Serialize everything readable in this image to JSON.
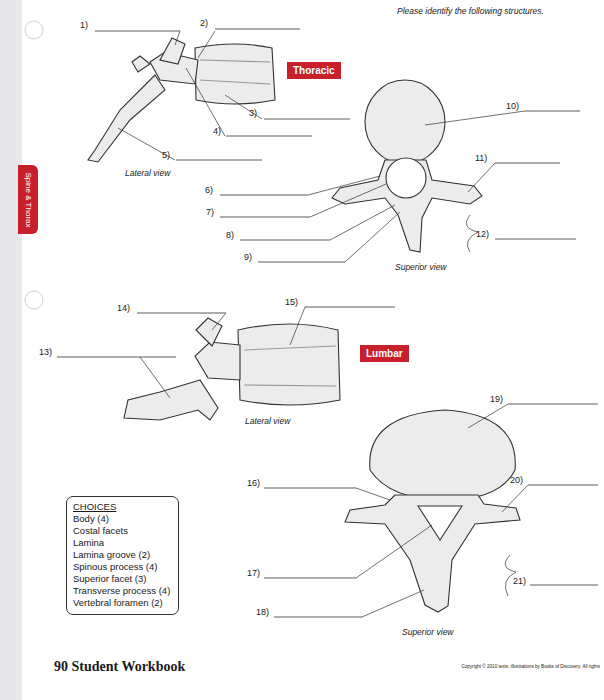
{
  "diagram": {
    "nodes": [
      {
        "text": [
          "Thoracic"
        ]
      },
      {
        "text": [
          "Lumbar"
        ]
      },
      {
        "text": [
          "CHOICES",
          "Body (4)",
          "Costal facets",
          "Lamina",
          "Lamina groove (2)",
          "Spinous process (4)",
          "Superior facet (3)",
          "Transverse process (4)",
          "Vertebral foramen (2)"
        ]
      },
      {
        "text": [
          "Spine & Thorax"
        ]
      }
    ],
    "edges": [],
    "labels": [
      "Please identify the following structures.",
      "1)",
      "2)",
      "3)",
      "4)",
      "5)",
      "Lateral view",
      "6)",
      "7)",
      "8)",
      "9)",
      "10)",
      "11)",
      "12)",
      "Superior view",
      "14)",
      "15)",
      "13)",
      "19)",
      "Lateral view",
      "16)",
      "20)",
      "17)",
      "21)",
      "18)",
      "Superior view",
      "90 Student Workbook",
      "Copyright © 2010 texts, illustrations by Books of Discovery. All rights"
    ]
  }
}
